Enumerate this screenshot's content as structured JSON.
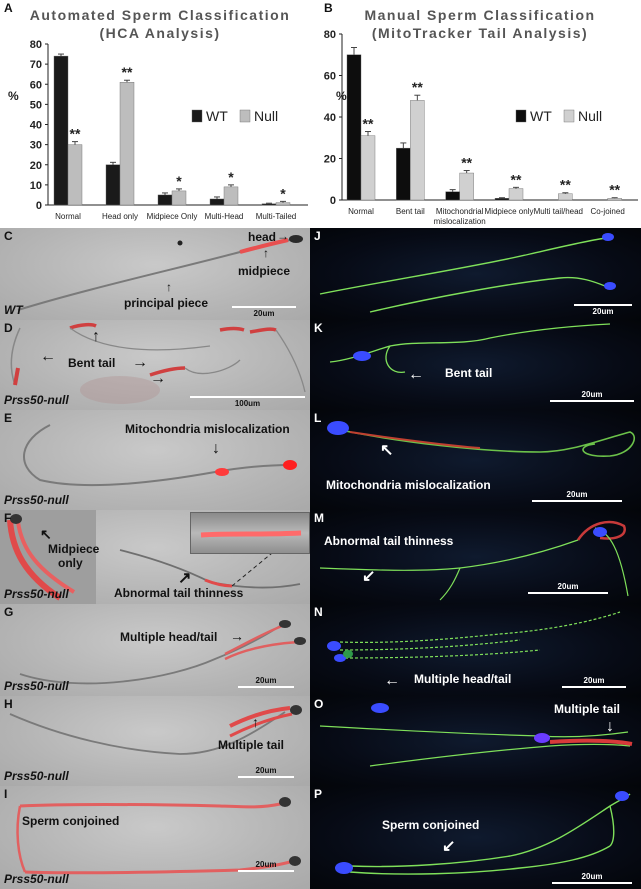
{
  "chart_data": [
    {
      "type": "bar",
      "panel_letter": "A",
      "title_lines": [
        "Automated Sperm Classification",
        "(HCA Analysis)"
      ],
      "ylabel": "%",
      "ylim": [
        0,
        80
      ],
      "yticks": [
        0,
        10,
        20,
        30,
        40,
        50,
        60,
        70,
        80
      ],
      "categories": [
        "Normal",
        "Head only",
        "Midpiece Only",
        "Multi-Head",
        "Multi-Tailed"
      ],
      "series": [
        {
          "name": "WT",
          "color": "#1a1a1a",
          "values": [
            74,
            20,
            5,
            3,
            0.6
          ],
          "errors": [
            1,
            1.2,
            1,
            1,
            0.3
          ]
        },
        {
          "name": "Null",
          "color": "#bdbdbd",
          "values": [
            30,
            61,
            7,
            9,
            1.2
          ],
          "errors": [
            1.5,
            1,
            1,
            1,
            0.6
          ]
        }
      ],
      "significance": [
        "**",
        "**",
        "*",
        "*",
        "*"
      ],
      "legend_position": "right"
    },
    {
      "type": "bar",
      "panel_letter": "B",
      "title_lines": [
        "Manual Sperm Classification",
        "(MitoTracker Tail Analysis)"
      ],
      "ylabel": "%",
      "ylim": [
        0,
        80
      ],
      "yticks": [
        0,
        20,
        40,
        60,
        80
      ],
      "categories": [
        "Normal",
        "Bent tail",
        "Mitochondrial mislocalization",
        "Midpiece only",
        "Multi tail/head",
        "Co-joined"
      ],
      "category_lines": [
        [
          "Normal"
        ],
        [
          "Bent tail"
        ],
        [
          "Mitochondrial",
          "mislocalization"
        ],
        [
          "Midpiece only"
        ],
        [
          "Multi tail/head"
        ],
        [
          "Co-joined"
        ]
      ],
      "series": [
        {
          "name": "WT",
          "color": "#0d0d0d",
          "values": [
            70,
            25,
            4,
            0.8,
            0,
            0
          ],
          "errors": [
            3.5,
            2.5,
            1,
            0.3,
            0,
            0
          ]
        },
        {
          "name": "Null",
          "color": "#d0d0d0",
          "values": [
            31,
            48,
            13,
            5.5,
            3,
            0.8
          ],
          "errors": [
            2,
            2.5,
            1.2,
            0.6,
            0.5,
            0.3
          ]
        }
      ],
      "significance": [
        "**",
        "**",
        "**",
        "**",
        "**",
        "**"
      ],
      "legend_position": "right"
    }
  ],
  "panels": {
    "C": {
      "letter": "C",
      "genotype": "WT",
      "labels": {
        "head": "head",
        "midpiece": "midpiece",
        "principal": "principal piece"
      },
      "scale": "20um"
    },
    "D": {
      "letter": "D",
      "genotype": "Prss50-null",
      "labels": {
        "bent": "Bent tail"
      },
      "scale": "100um"
    },
    "E": {
      "letter": "E",
      "genotype": "Prss50-null",
      "labels": {
        "mito": "Mitochondria mislocalization"
      }
    },
    "F": {
      "letter": "F",
      "genotype": "Prss50-null",
      "labels": {
        "midpiece": "Midpiece",
        "only": "only",
        "thin": "Abnormal tail thinness"
      }
    },
    "G": {
      "letter": "G",
      "genotype": "Prss50-null",
      "labels": {
        "multi": "Multiple head/tail"
      },
      "scale": "20um"
    },
    "H": {
      "letter": "H",
      "genotype": "Prss50-null",
      "labels": {
        "multi": "Multiple tail"
      },
      "scale": "20um"
    },
    "I": {
      "letter": "I",
      "genotype": "Prss50-null",
      "labels": {
        "conjoined": "Sperm conjoined"
      },
      "scale": "20um"
    },
    "J": {
      "letter": "J",
      "scale": "20um"
    },
    "K": {
      "letter": "K",
      "labels": {
        "bent": "Bent tail"
      },
      "scale": "20um"
    },
    "L": {
      "letter": "L",
      "labels": {
        "mito": "Mitochondria mislocalization"
      },
      "scale": "20um"
    },
    "M": {
      "letter": "M",
      "labels": {
        "thin": "Abnormal tail thinness"
      },
      "scale": "20um"
    },
    "N": {
      "letter": "N",
      "labels": {
        "multi": "Multiple head/tail"
      },
      "scale": "20um"
    },
    "O": {
      "letter": "O",
      "labels": {
        "multi": "Multiple tail"
      }
    },
    "P": {
      "letter": "P",
      "labels": {
        "conjoined": "Sperm conjoined"
      },
      "scale": "20um"
    }
  }
}
